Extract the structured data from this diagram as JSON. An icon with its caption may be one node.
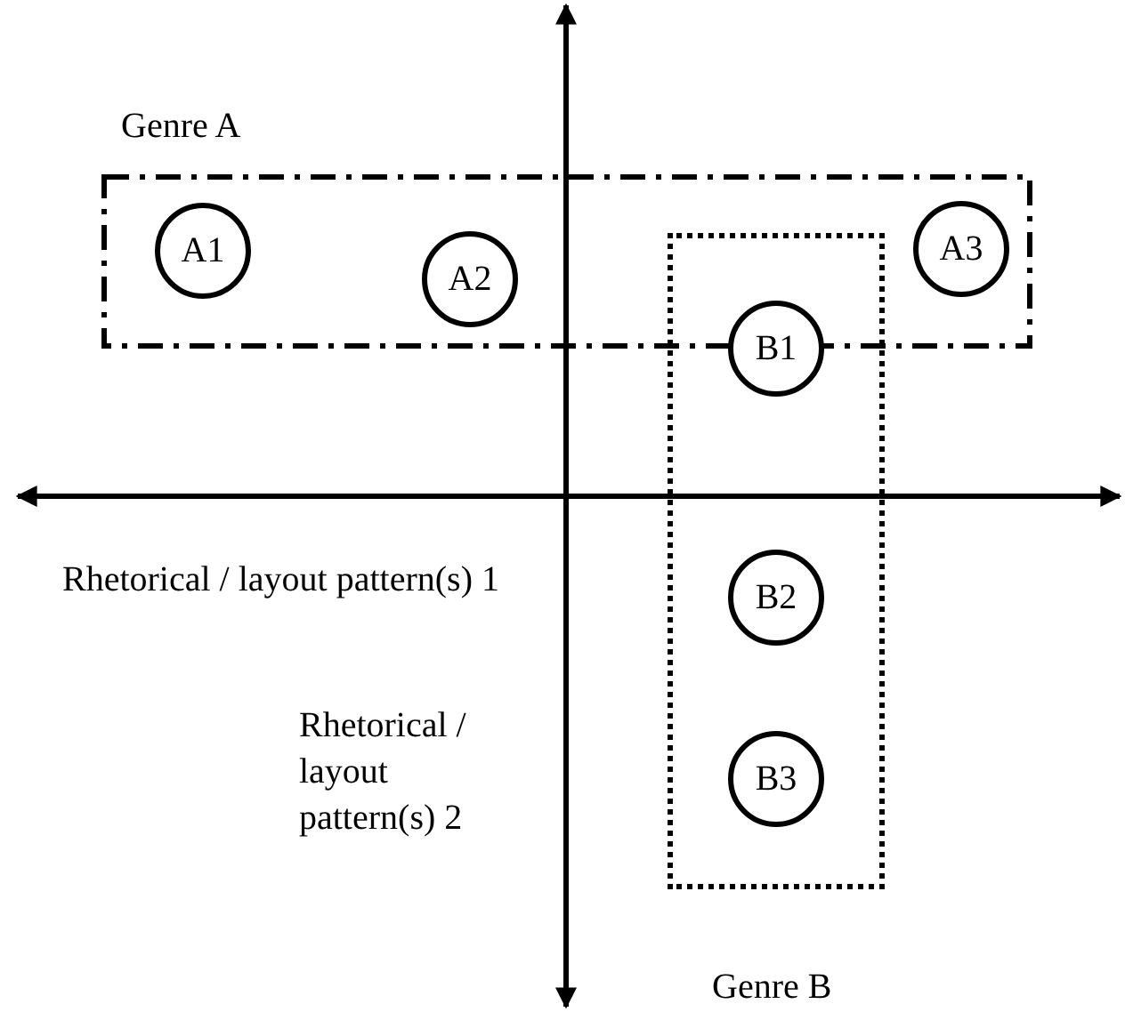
{
  "diagram": {
    "nodes": [
      {
        "text": [
          "Genre A"
        ]
      },
      {
        "text": [
          "A1"
        ],
        "in": 0
      },
      {
        "text": [
          "A2"
        ],
        "in": 0
      },
      {
        "text": [
          "A3"
        ],
        "in": 0
      },
      {
        "text": [
          "Genre B"
        ]
      },
      {
        "text": [
          "B1"
        ],
        "in": 4
      },
      {
        "text": [
          "B2"
        ],
        "in": 4
      },
      {
        "text": [
          "B3"
        ],
        "in": 4
      }
    ],
    "labels": [
      "Rhetorical / layout pattern(s) 1",
      "Rhetorical / layout pattern(s) 2"
    ]
  }
}
